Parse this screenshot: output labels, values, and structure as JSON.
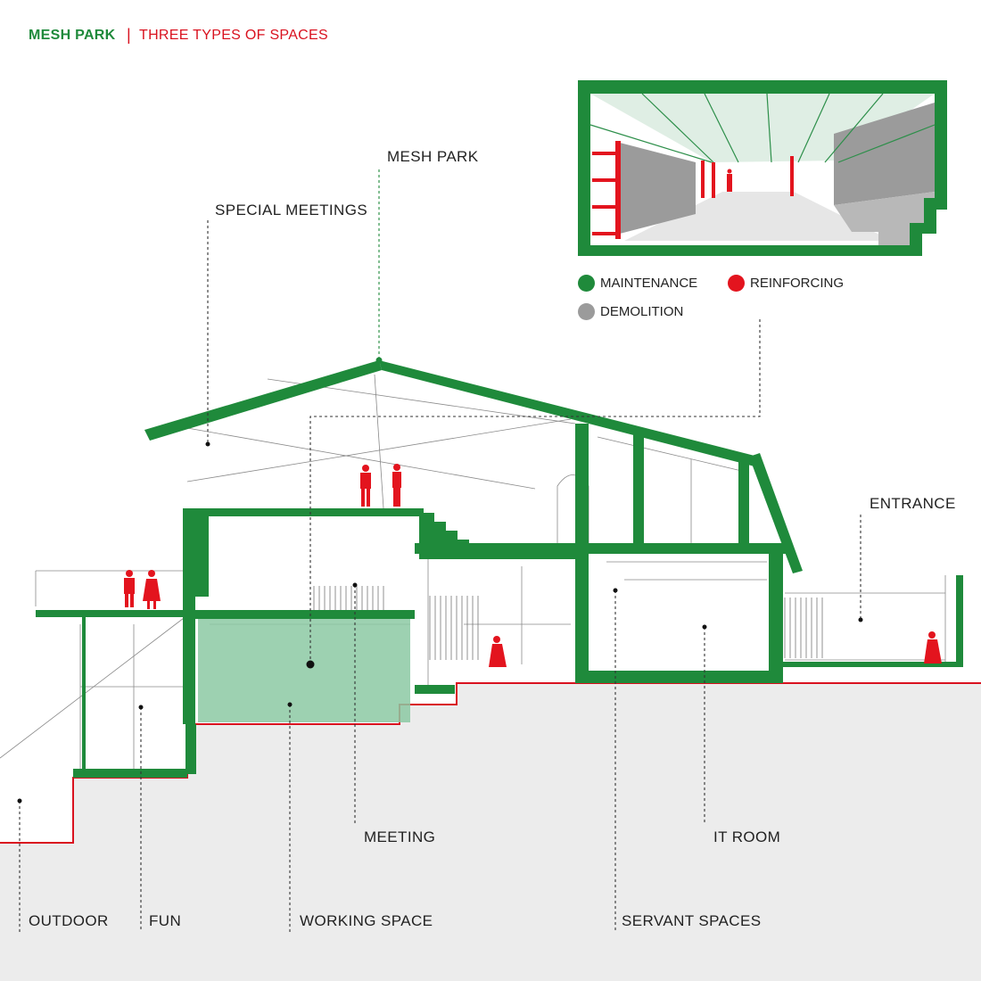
{
  "header": {
    "project": "MESH  PARK",
    "separator": "|",
    "subtitle": "THREE TYPES OF SPACES"
  },
  "colors": {
    "maintenance": "#1f8a3b",
    "reinforcing": "#e3141e",
    "demolition": "#9b9b9b",
    "working_fill": "#8cc9a3",
    "ground": "#ececec"
  },
  "labels": {
    "mesh_park": "MESH PARK",
    "special_meetings": "SPECIAL MEETINGS",
    "entrance": "ENTRANCE",
    "meeting": "MEETING",
    "it_room": "IT ROOM",
    "outdoor": "OUTDOOR",
    "fun": "FUN",
    "working_space": "WORKING SPACE",
    "servant_spaces": "SERVANT SPACES"
  },
  "legend": {
    "maintenance": "MAINTENANCE",
    "reinforcing": "REINFORCING",
    "demolition": "DEMOLITION"
  }
}
